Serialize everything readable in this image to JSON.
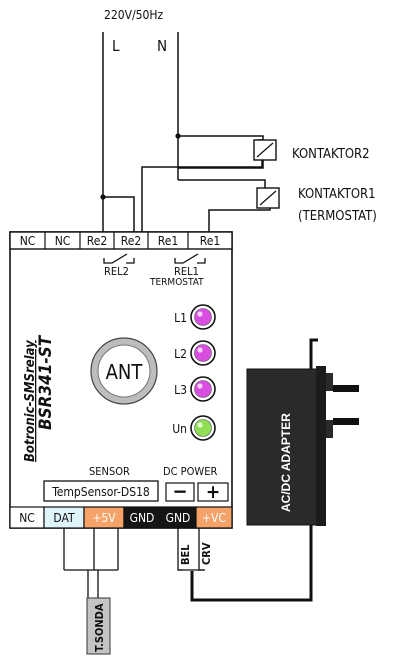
{
  "supply": {
    "label": "220V/50Hz",
    "line": "L",
    "neutral": "N"
  },
  "contactors": [
    {
      "id": "kontaktor2",
      "label": "KONTAKTOR2"
    },
    {
      "id": "kontaktor1",
      "label": "KONTAKTOR1",
      "sub": "(TERMOSTAT)"
    }
  ],
  "top_terminals": [
    "NC",
    "NC",
    "Re2",
    "Re2",
    "Re1",
    "Re1"
  ],
  "relays": [
    {
      "label": "REL2"
    },
    {
      "label": "REL1",
      "sub": "TERMOSTAT"
    }
  ],
  "brand": {
    "line1": "Botronic-SMSrelay",
    "line2": "BSR341-ST"
  },
  "antenna": "ANT",
  "leds": [
    {
      "label": "L1",
      "color": "#d94ee0"
    },
    {
      "label": "L2",
      "color": "#d94ee0"
    },
    {
      "label": "L3",
      "color": "#d94ee0"
    },
    {
      "label": "Un",
      "color": "#8fde55"
    }
  ],
  "sensor_label": "SENSOR",
  "dc_power_label": "DC POWER",
  "dc_minus": "−",
  "dc_plus": "+",
  "sensor_model": "TempSensor-DS18",
  "bottom_terminals": [
    {
      "label": "NC",
      "bg": "#ffffff",
      "fg": "#111111"
    },
    {
      "label": "DAT",
      "bg": "#dff3fb",
      "fg": "#111111"
    },
    {
      "label": "+5V",
      "bg": "#f6a36a",
      "fg": "#ffffff"
    },
    {
      "label": "GND",
      "bg": "#151515",
      "fg": "#ffffff"
    },
    {
      "label": "GND",
      "bg": "#151515",
      "fg": "#ffffff"
    },
    {
      "label": "+VC",
      "bg": "#f6a36a",
      "fg": "#ffffff"
    }
  ],
  "wires": {
    "bel": "BEL",
    "crv": "CRV"
  },
  "adapter": "AC/DC ADAPTER",
  "probe": "T.SONDA"
}
